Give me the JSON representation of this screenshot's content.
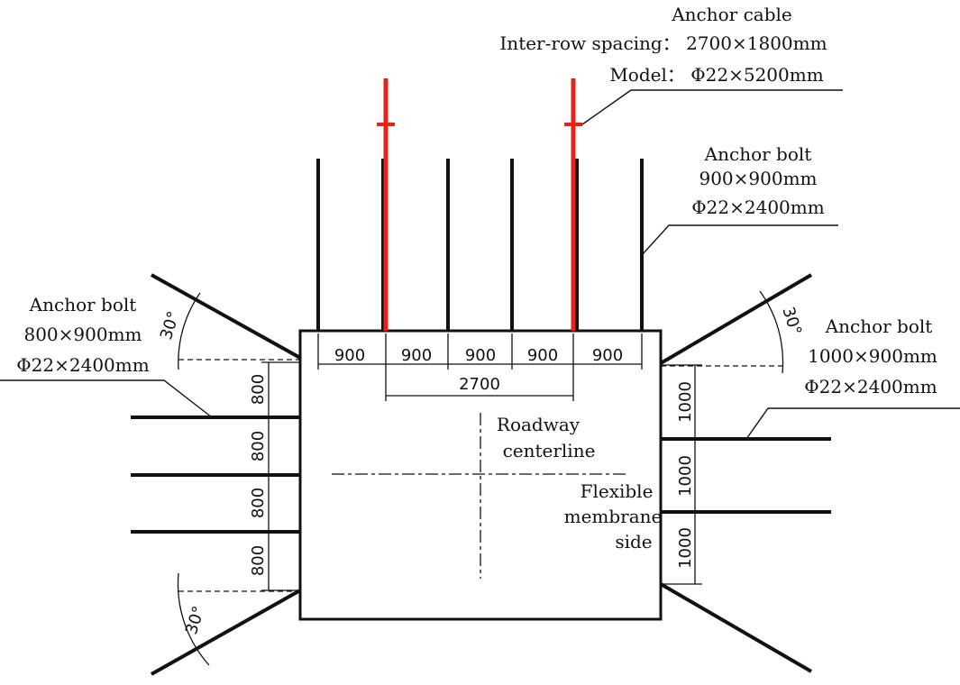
{
  "labels": {
    "cable_title": "Anchor cable",
    "cable_spacing": "Inter-row spacing： 2700×1800mm",
    "cable_model": "Model： Φ22×5200mm",
    "roof_bolt_title": "Anchor bolt",
    "roof_bolt_spacing": "900×900mm",
    "roof_bolt_model": "Φ22×2400mm",
    "left_bolt_title": "Anchor bolt",
    "left_bolt_spacing": "800×900mm",
    "left_bolt_model": "Φ22×2400mm",
    "right_bolt_title": "Anchor bolt",
    "right_bolt_spacing": "1000×900mm",
    "right_bolt_model": "Φ22×2400mm",
    "centerline_1": "Roadway",
    "centerline_2": "centerline",
    "flexible_1": "Flexible",
    "flexible_2": "membrane",
    "flexible_3": "side"
  },
  "dimensions": {
    "top_spacing": [
      "900",
      "900",
      "900",
      "900",
      "900"
    ],
    "cable_spacing": "2700",
    "left_spacing": [
      "800",
      "800",
      "800",
      "800"
    ],
    "right_spacing": [
      "1000",
      "1000",
      "1000"
    ]
  },
  "angles": {
    "top_left": "30°",
    "top_right": "30°",
    "bottom_left": "30°"
  },
  "colors": {
    "cable": "#e8201a",
    "line": "#111111"
  }
}
